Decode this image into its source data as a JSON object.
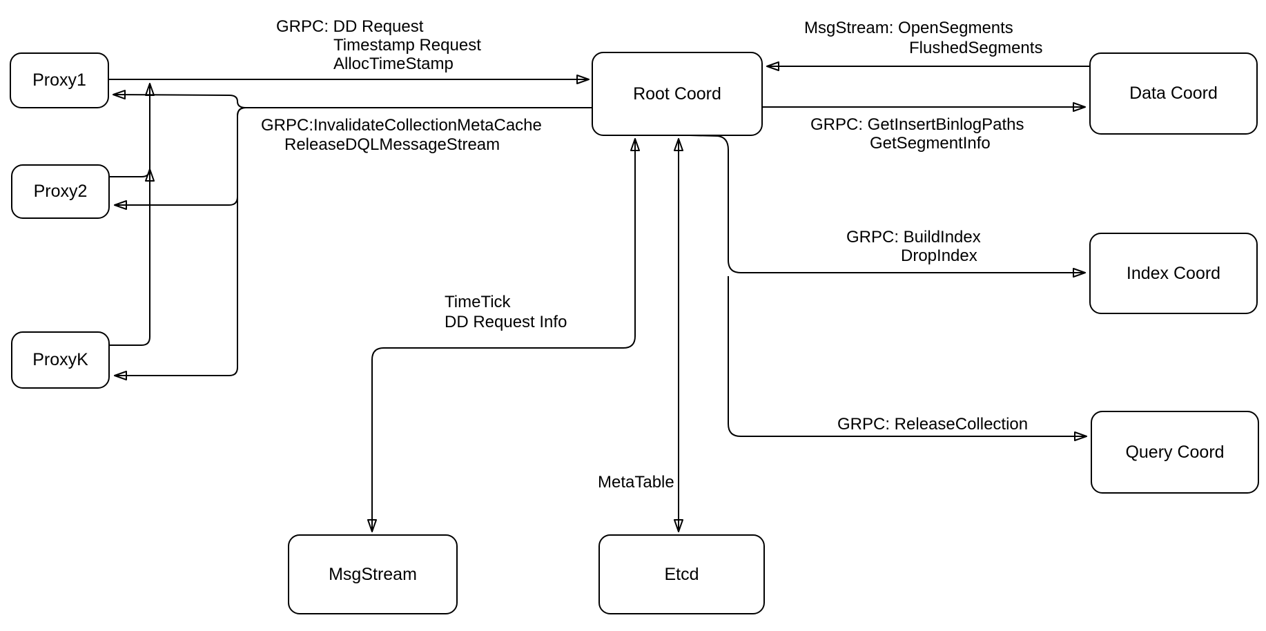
{
  "diagram": {
    "background": "#ffffff",
    "stroke_color": "#000000",
    "description": "Root Coord service architecture diagram"
  },
  "nodes": {
    "proxy1": "Proxy1",
    "proxy2": "Proxy2",
    "proxyk": "ProxyK",
    "root_coord": "Root Coord",
    "data_coord": "Data Coord",
    "index_coord": "Index Coord",
    "query_coord": "Query Coord",
    "msgstream": "MsgStream",
    "etcd": "Etcd"
  },
  "labels": {
    "proxy_to_root": {
      "line1": "GRPC: DD Request",
      "line2": "Timestamp Request",
      "line3": "AllocTimeStamp"
    },
    "root_to_proxy": {
      "line1": "GRPC:InvalidateCollectionMetaCache",
      "line2": "ReleaseDQLMessageStream"
    },
    "data_to_root": {
      "line1": "MsgStream: OpenSegments",
      "line2": "FlushedSegments"
    },
    "root_to_data": {
      "line1": "GRPC: GetInsertBinlogPaths",
      "line2": "GetSegmentInfo"
    },
    "root_to_index": {
      "line1": "GRPC: BuildIndex",
      "line2": "DropIndex"
    },
    "root_to_query": {
      "line1": "GRPC: ReleaseCollection"
    },
    "root_to_msgstream": {
      "line1": "TimeTick",
      "line2": "DD Request Info"
    },
    "root_to_etcd": {
      "line1": "MetaTable"
    }
  },
  "connections": [
    {
      "from": "Proxy1",
      "to": "Root Coord",
      "bidirectional": false
    },
    {
      "from": "Proxy2",
      "to": "Root Coord",
      "bidirectional": false
    },
    {
      "from": "ProxyK",
      "to": "Root Coord",
      "bidirectional": false
    },
    {
      "from": "Root Coord",
      "to": "Proxy1",
      "bidirectional": false
    },
    {
      "from": "Root Coord",
      "to": "Proxy2",
      "bidirectional": false
    },
    {
      "from": "Root Coord",
      "to": "ProxyK",
      "bidirectional": false
    },
    {
      "from": "Data Coord",
      "to": "Root Coord",
      "bidirectional": false
    },
    {
      "from": "Root Coord",
      "to": "Data Coord",
      "bidirectional": false
    },
    {
      "from": "Root Coord",
      "to": "Index Coord",
      "bidirectional": false
    },
    {
      "from": "Root Coord",
      "to": "Query Coord",
      "bidirectional": false
    },
    {
      "from": "Root Coord",
      "to": "MsgStream",
      "bidirectional": true
    },
    {
      "from": "Root Coord",
      "to": "Etcd",
      "bidirectional": true
    }
  ]
}
